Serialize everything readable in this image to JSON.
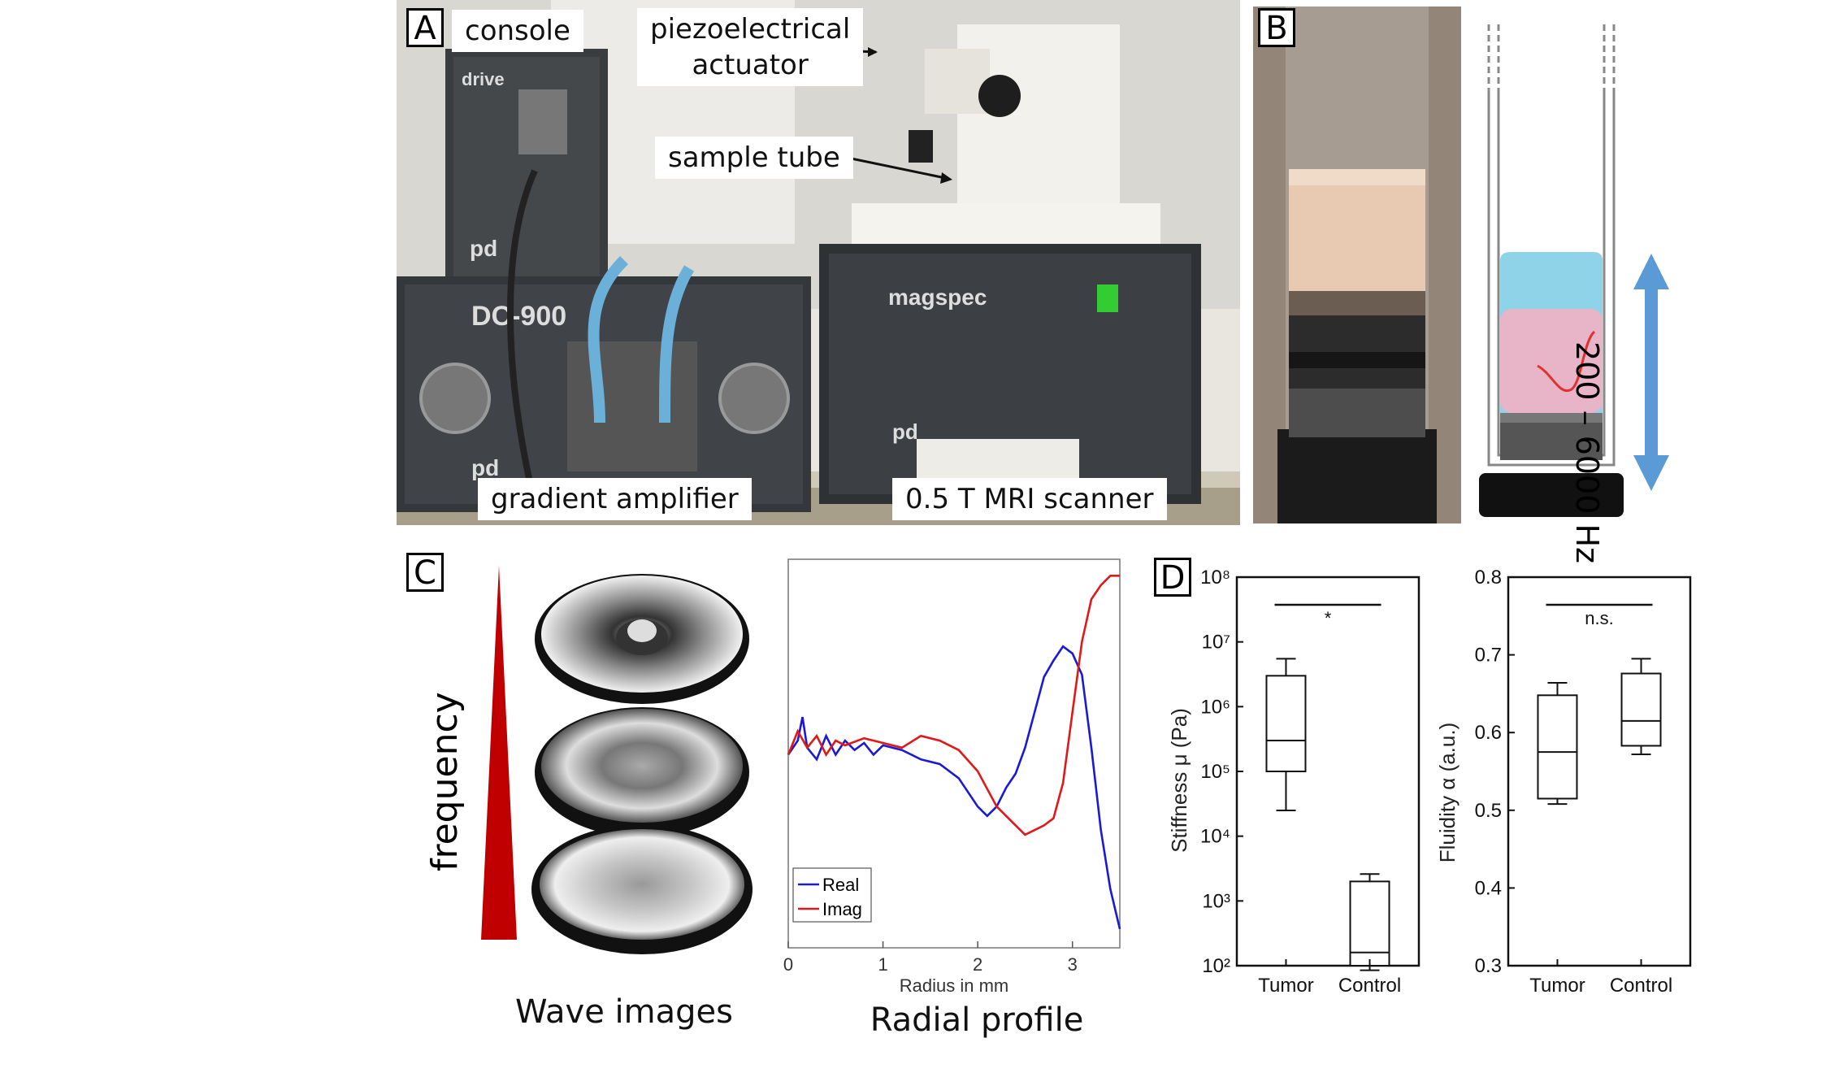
{
  "panels": {
    "a": "A",
    "b": "B",
    "c": "C",
    "d": "D"
  },
  "photo_labels": {
    "console": "console",
    "piezo": "piezoelectrical\nactuator",
    "sample_tube": "sample tube",
    "gradient_amplifier": "gradient amplifier",
    "mri_scanner": "0.5 T MRI scanner"
  },
  "device_text": {
    "drive": "drive",
    "dc": "DC-900",
    "magspec": "magspec",
    "pd1": "pd",
    "pd2": "pd",
    "pd3": "pd"
  },
  "freq_range": "200 – 6000 Hz",
  "frequency_label": "frequency",
  "wave_images_label": "Wave images",
  "radial_profile_label": "Radial profile",
  "colors": {
    "real": "#1a1ad6",
    "imag": "#e01818",
    "arrow": "#5b9bd5",
    "wedge": "#c00000",
    "fluid": "#8fd3e8",
    "sample": "#e8b4c8"
  },
  "chart_data": [
    {
      "type": "line",
      "xlabel": "Radius in mm",
      "xlim": [
        0,
        3.5
      ],
      "xticks": [
        0,
        1,
        2,
        3
      ],
      "series": [
        {
          "name": "Real",
          "color": "#1a1ad6",
          "x": [
            0,
            0.1,
            0.15,
            0.2,
            0.3,
            0.4,
            0.5,
            0.6,
            0.7,
            0.8,
            0.9,
            1.0,
            1.2,
            1.4,
            1.6,
            1.8,
            2.0,
            2.1,
            2.2,
            2.3,
            2.4,
            2.5,
            2.6,
            2.7,
            2.8,
            2.9,
            3.0,
            3.1,
            3.2,
            3.3,
            3.4,
            3.5
          ],
          "y": [
            0.42,
            0.48,
            0.58,
            0.45,
            0.4,
            0.5,
            0.42,
            0.48,
            0.44,
            0.47,
            0.42,
            0.46,
            0.44,
            0.4,
            0.38,
            0.32,
            0.2,
            0.16,
            0.2,
            0.28,
            0.34,
            0.45,
            0.6,
            0.75,
            0.82,
            0.88,
            0.85,
            0.76,
            0.45,
            0.1,
            -0.15,
            -0.32
          ]
        },
        {
          "name": "Imag",
          "color": "#e01818",
          "x": [
            0,
            0.1,
            0.2,
            0.3,
            0.4,
            0.5,
            0.6,
            0.8,
            1.0,
            1.2,
            1.4,
            1.6,
            1.8,
            2.0,
            2.2,
            2.4,
            2.5,
            2.6,
            2.7,
            2.8,
            2.9,
            3.0,
            3.1,
            3.2,
            3.3,
            3.4,
            3.5
          ],
          "y": [
            0.42,
            0.52,
            0.45,
            0.5,
            0.42,
            0.48,
            0.46,
            0.49,
            0.47,
            0.45,
            0.5,
            0.48,
            0.44,
            0.35,
            0.2,
            0.12,
            0.08,
            0.1,
            0.12,
            0.15,
            0.3,
            0.6,
            0.9,
            1.08,
            1.14,
            1.18,
            1.18
          ]
        }
      ],
      "ylim": [
        -0.4,
        1.25
      ],
      "legend": "bottom-left"
    },
    {
      "type": "box",
      "ylabel": "Stiffness μ (Pa)",
      "yscale": "log",
      "ylim": [
        100,
        100000000
      ],
      "yticks": [
        "10²",
        "10³",
        "10⁴",
        "10⁵",
        "10⁶",
        "10⁷",
        "10⁸"
      ],
      "categories": [
        "Tumor",
        "Control"
      ],
      "boxes": [
        {
          "whisker_low": 25000,
          "q1": 100000,
          "median": 300000,
          "q3": 3000000,
          "whisker_high": 5500000
        },
        {
          "whisker_low": 85,
          "q1": 100,
          "median": 160,
          "q3": 2000,
          "whisker_high": 2600
        }
      ],
      "significance": "*"
    },
    {
      "type": "box",
      "ylabel": "Fluidity α (a.u.)",
      "ylim": [
        0.3,
        0.8
      ],
      "yticks": [
        "0.3",
        "0.4",
        "0.5",
        "0.6",
        "0.7",
        "0.8"
      ],
      "categories": [
        "Tumor",
        "Control"
      ],
      "boxes": [
        {
          "whisker_low": 0.508,
          "q1": 0.515,
          "median": 0.575,
          "q3": 0.648,
          "whisker_high": 0.664
        },
        {
          "whisker_low": 0.572,
          "q1": 0.583,
          "median": 0.615,
          "q3": 0.676,
          "whisker_high": 0.695
        }
      ],
      "significance": "n.s."
    }
  ]
}
